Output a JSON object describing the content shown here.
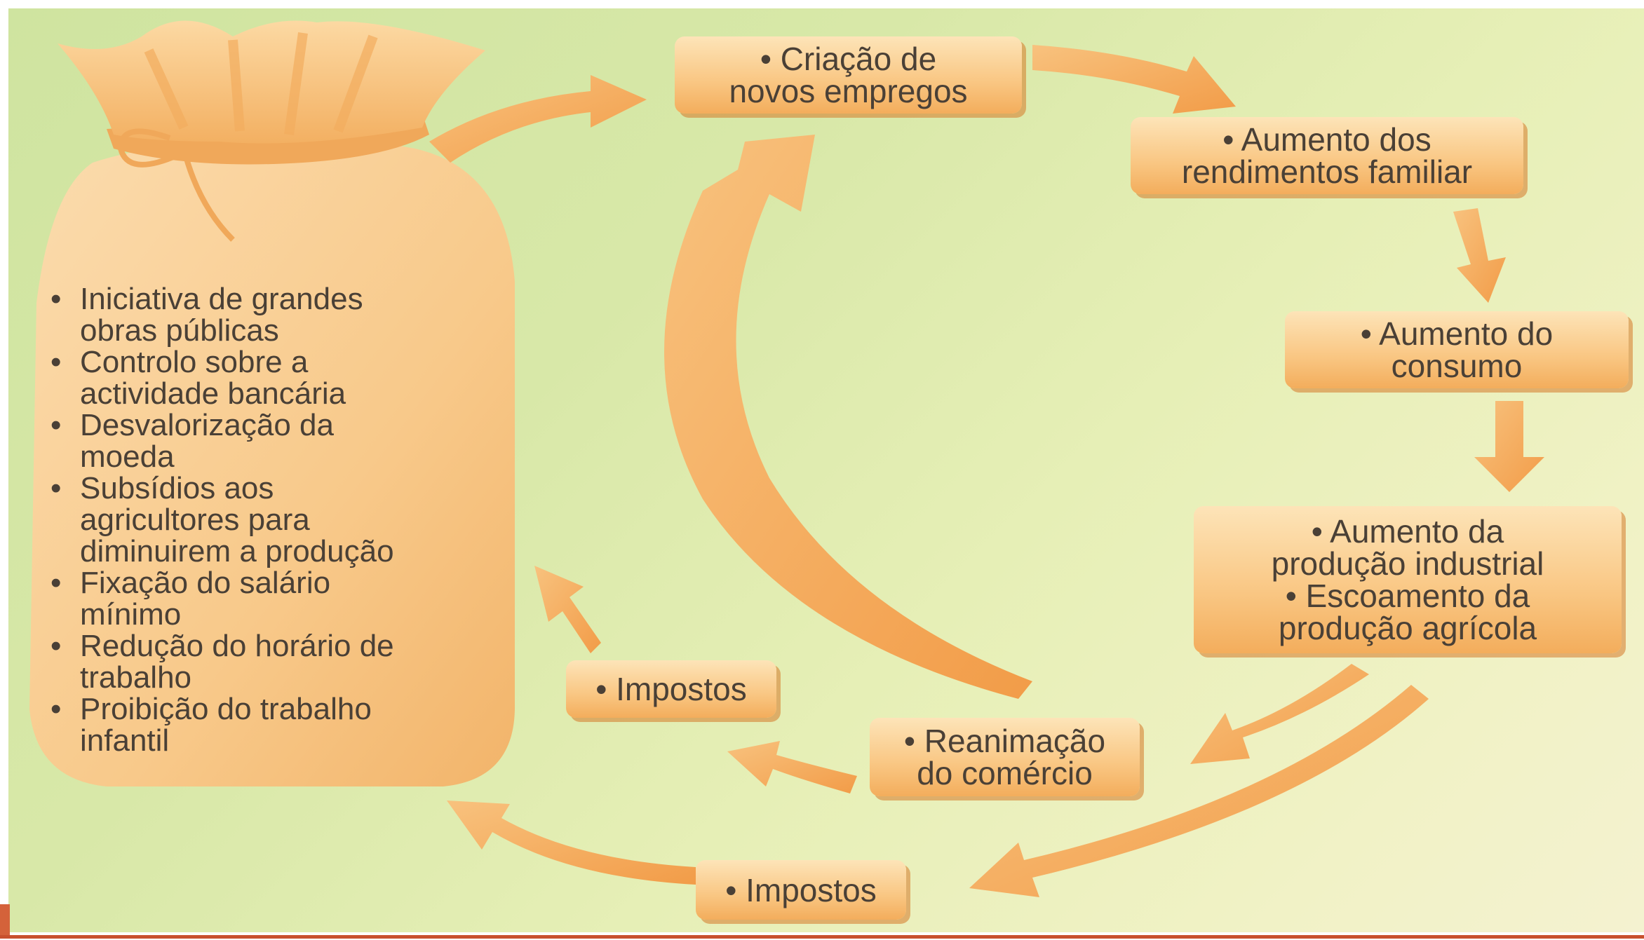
{
  "bag": {
    "items": [
      {
        "lines": [
          "Iniciativa de grandes",
          "obras públicas"
        ]
      },
      {
        "lines": [
          "Controlo sobre a",
          "actividade bancária"
        ]
      },
      {
        "lines": [
          "Desvalorização da",
          "moeda"
        ]
      },
      {
        "lines": [
          "Subsídios  aos",
          "agricultores para",
          "diminuirem a produção"
        ]
      },
      {
        "lines": [
          "Fixação do salário",
          "mínimo"
        ]
      },
      {
        "lines": [
          "Redução do horário de",
          "trabalho"
        ]
      },
      {
        "lines": [
          "Proibição do trabalho",
          "infantil"
        ]
      }
    ]
  },
  "boxes": {
    "criacao": [
      "• Criação de",
      "novos empregos"
    ],
    "rendimentos": [
      "• Aumento dos",
      "rendimentos familiar"
    ],
    "consumo": [
      "• Aumento do",
      "consumo"
    ],
    "producao": [
      "• Aumento da",
      "produção  industrial",
      "• Escoamento da",
      "produção agrícola"
    ],
    "reanimacao": [
      "• Reanimação",
      "do comércio"
    ],
    "impostos_small": [
      "• Impostos"
    ],
    "impostos_bottom": [
      "• Impostos"
    ]
  },
  "colors": {
    "arrow": "#f4a857",
    "box": "#f9c682",
    "box_shadow": "#d67828",
    "bag": "#f8c98a",
    "text": "#4a4036",
    "background": "#d8e8a8",
    "accent_bar": "#c8512e"
  }
}
